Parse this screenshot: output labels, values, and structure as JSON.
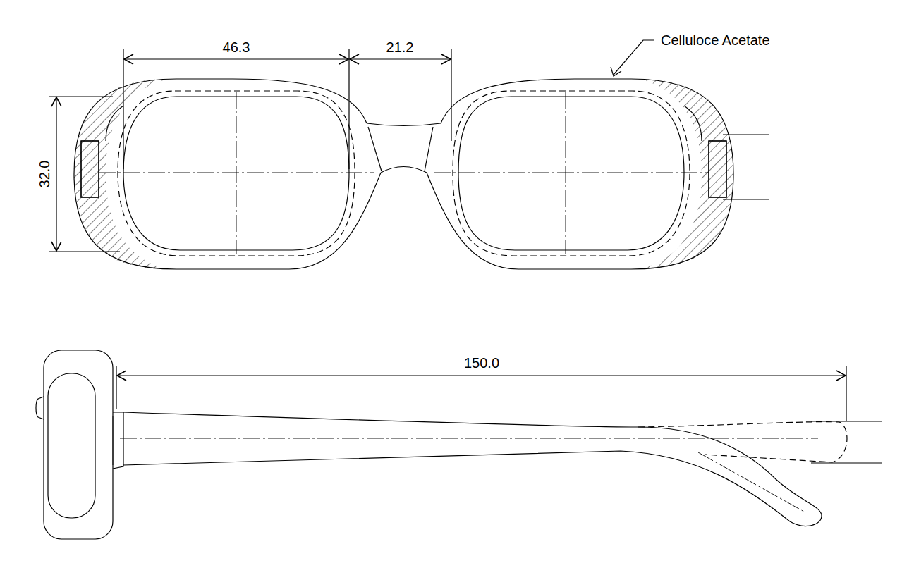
{
  "diagram": {
    "labels": [
      "46.3",
      "21.2",
      "Celluloce Acetate",
      "32.0",
      "150.0"
    ]
  }
}
